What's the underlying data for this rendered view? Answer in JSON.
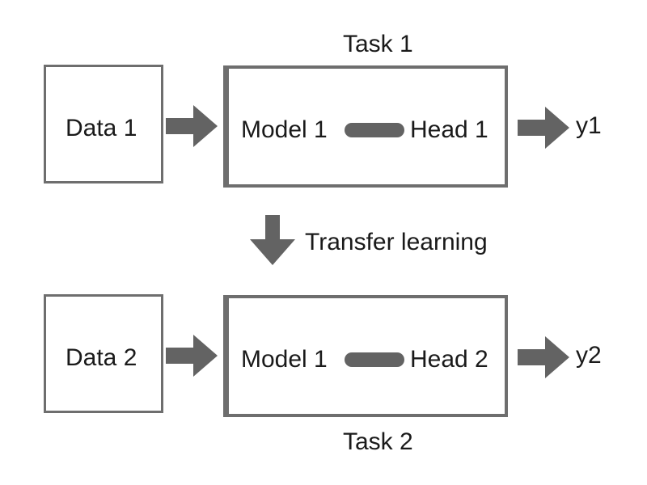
{
  "colors": {
    "arrow": "#636363",
    "border": "#6e6e6e",
    "text": "#1a1a1a"
  },
  "icons": {
    "flow_arrow": "arrow-right-icon",
    "transfer_arrow": "arrow-down-icon",
    "connector": "pill-connector"
  },
  "task1": {
    "title": "Task 1",
    "data_label": "Data 1",
    "model_label": "Model 1",
    "head_label": "Head 1",
    "output_label": "y1"
  },
  "transfer": {
    "label": "Transfer learning"
  },
  "task2": {
    "title": "Task 2",
    "data_label": "Data 2",
    "model_label": "Model 1",
    "head_label": "Head 2",
    "output_label": "y2"
  }
}
